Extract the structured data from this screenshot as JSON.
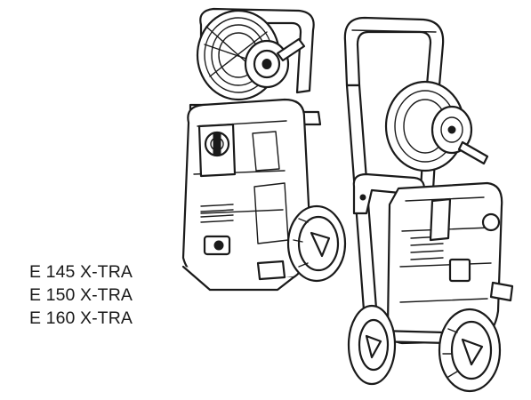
{
  "models": [
    "E 145 X-TRA",
    "E 150 X-TRA",
    "E 160 X-TRA"
  ]
}
